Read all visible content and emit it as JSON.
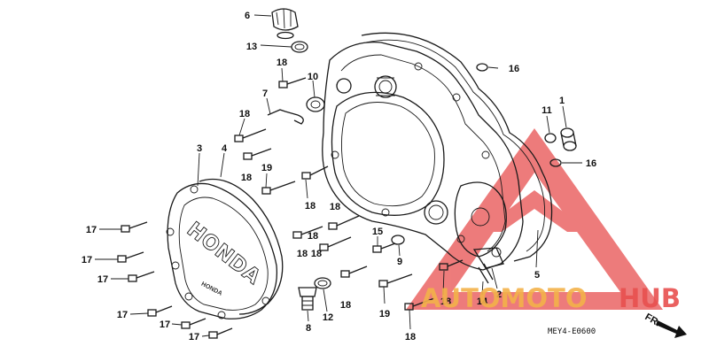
{
  "diagram": {
    "callouts": [
      {
        "id": "c6",
        "label": "6"
      },
      {
        "id": "c13",
        "label": "13"
      },
      {
        "id": "c18a",
        "label": "18"
      },
      {
        "id": "c10",
        "label": "10"
      },
      {
        "id": "c7",
        "label": "7"
      },
      {
        "id": "c18b",
        "label": "18"
      },
      {
        "id": "c18c",
        "label": "18"
      },
      {
        "id": "c3",
        "label": "3"
      },
      {
        "id": "c4",
        "label": "4"
      },
      {
        "id": "c19a",
        "label": "19"
      },
      {
        "id": "c18d",
        "label": "18"
      },
      {
        "id": "c18e",
        "label": "18"
      },
      {
        "id": "c18f",
        "label": "18"
      },
      {
        "id": "c18g",
        "label": "18"
      },
      {
        "id": "c18h",
        "label": "18"
      },
      {
        "id": "c15",
        "label": "15"
      },
      {
        "id": "c9",
        "label": "9"
      },
      {
        "id": "c17a",
        "label": "17"
      },
      {
        "id": "c17b",
        "label": "17"
      },
      {
        "id": "c17c",
        "label": "17"
      },
      {
        "id": "c17d",
        "label": "17"
      },
      {
        "id": "c17e",
        "label": "17"
      },
      {
        "id": "c17f",
        "label": "17"
      },
      {
        "id": "c8",
        "label": "8"
      },
      {
        "id": "c12",
        "label": "12"
      },
      {
        "id": "c18i",
        "label": "18"
      },
      {
        "id": "c19b",
        "label": "19"
      },
      {
        "id": "c18j",
        "label": "18"
      },
      {
        "id": "c18k",
        "label": "18"
      },
      {
        "id": "c14",
        "label": "14"
      },
      {
        "id": "c2",
        "label": "2"
      },
      {
        "id": "c5",
        "label": "5"
      },
      {
        "id": "c16a",
        "label": "16"
      },
      {
        "id": "c16b",
        "label": "16"
      },
      {
        "id": "c11",
        "label": "11"
      },
      {
        "id": "c1",
        "label": "1"
      }
    ],
    "cover_brand": "HONDA",
    "cover_small_marking": "HONDA",
    "diagram_code": "MEY4-E0600",
    "direction_label": "FR."
  },
  "watermark": {
    "text_a": "AUTOMOTO",
    "text_b": "HUB",
    "color_red": "#e8504f",
    "color_orange": "#f3b24a"
  }
}
